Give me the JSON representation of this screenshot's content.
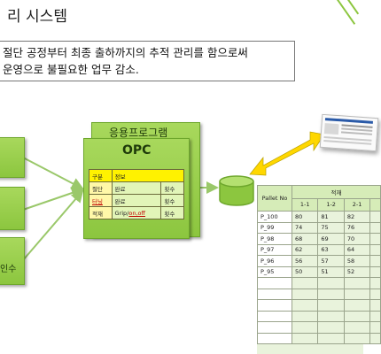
{
  "header": {
    "title": "리 시스템"
  },
  "description": {
    "line1": "절단 공정부터 최종 출하까지의 추적 관리를 함으로써",
    "line2": "운영으로 불필요한 업무 감소."
  },
  "left_boxes": [
    {
      "label": ""
    },
    {
      "label": ""
    },
    {
      "label": "인수"
    }
  ],
  "app": {
    "back_label": "응용프로그램",
    "opc_title": "OPC",
    "table": {
      "header": [
        "구분",
        "정보"
      ],
      "rows": [
        {
          "key": "절단",
          "value": "완료",
          "extra": "횟수"
        },
        {
          "key": "터닝",
          "value": "완료",
          "extra": "횟수"
        },
        {
          "key": "적재",
          "value_prefix": "Grip/",
          "value_suffix": "on,off",
          "extra": "횟수"
        }
      ]
    }
  },
  "colors": {
    "green_fill": "#8cc63f",
    "green_border": "#6ea72c",
    "arrow_yellow": "#ffd700",
    "header_yellow": "#fff200"
  },
  "pallet_table": {
    "pallet_no_header": "Pallet No",
    "group_header": "적재",
    "sub_headers": [
      "1-1",
      "1-2",
      "2-1"
    ],
    "rows": [
      {
        "id": "P_100",
        "values": [
          "80",
          "81",
          "82"
        ]
      },
      {
        "id": "P_99",
        "values": [
          "74",
          "75",
          "76"
        ]
      },
      {
        "id": "P_98",
        "values": [
          "68",
          "69",
          "70"
        ]
      },
      {
        "id": "P_97",
        "values": [
          "62",
          "63",
          "64"
        ]
      },
      {
        "id": "P_96",
        "values": [
          "56",
          "57",
          "58"
        ]
      },
      {
        "id": "P_95",
        "values": [
          "50",
          "51",
          "52"
        ]
      }
    ]
  }
}
